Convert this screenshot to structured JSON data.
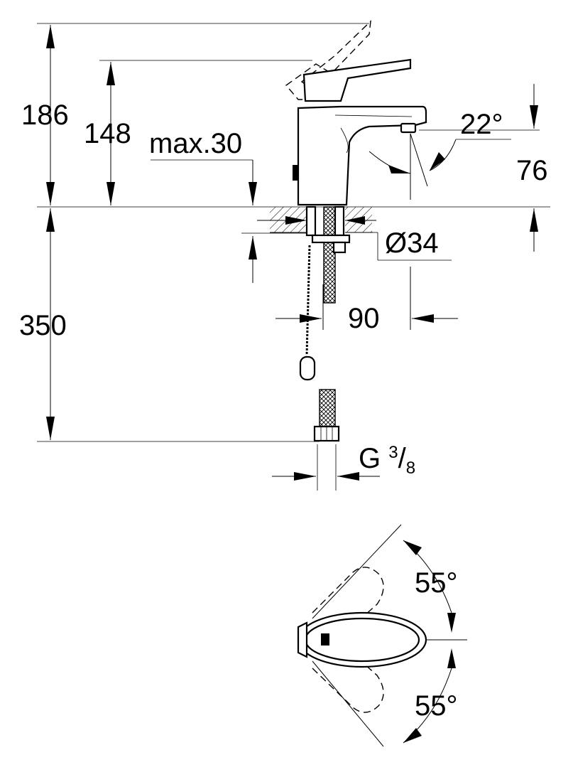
{
  "dimensions": {
    "total_height": "186",
    "spout_height": "148",
    "max_counter_thickness": "max.30",
    "spout_angle": "22°",
    "spout_outlet_height": "76",
    "hole_diameter": "Ø34",
    "supply_length": "350",
    "projection": "90",
    "thread_prefix": "G",
    "thread_numerator": "3",
    "thread_denominator": "8",
    "lever_swing_top": "55°",
    "lever_swing_bottom": "55°"
  }
}
